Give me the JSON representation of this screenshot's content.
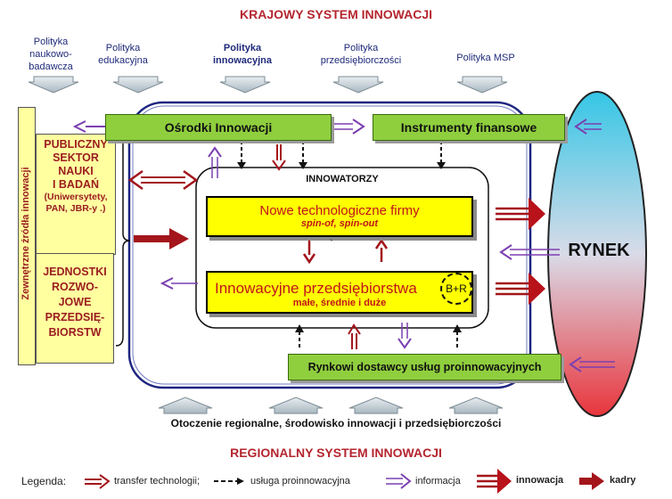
{
  "title_top": "KRAJOWY SYSTEM INNOWACJI",
  "title_bottom": "REGIONALNY SYSTEM INNOWACJI",
  "policies": [
    {
      "line1": "Polityka",
      "line2": "naukowo-",
      "line3": "badawcza"
    },
    {
      "line1": "Polityka",
      "line2": "edukacyjna",
      "line3": ""
    },
    {
      "line1": "Polityka",
      "line2": "innowacyjna",
      "line3": ""
    },
    {
      "line1": "Polityka",
      "line2": "przedsiębiorczości",
      "line3": ""
    },
    {
      "line1": "Polityka MSP",
      "line2": "",
      "line3": ""
    }
  ],
  "external_sources": "Zewnętrzne źródła innowacji",
  "public_sector": {
    "line1": "PUBLICZNY",
    "line2": "SEKTOR",
    "line3": "NAUKI",
    "line4": "I BADAŃ",
    "line5": "(Uniwersytety,",
    "line6": "PAN, JBR-y .)"
  },
  "rd_units": {
    "line1": "JEDNOSTKI",
    "line2": "ROZWO-",
    "line3": "JOWE",
    "line4": "PRZEDSIĘ-",
    "line5": "BIORSTW"
  },
  "innovation_centers": "Ośrodki Innowacji",
  "financial_instruments": "Instrumenty finansowe",
  "innovators": "INNOWATORZY",
  "new_tech_firms": {
    "title": "Nowe technologiczne firmy",
    "subtitle": "spin-of, spin-out"
  },
  "stray_mark": "`",
  "innovative_enterprises": {
    "title": "Innowacyjne przedsiębiorstwa",
    "subtitle": "małe, średnie i duże",
    "badge": "B+R"
  },
  "market": "RYNEK",
  "market_suppliers": "Rynkowi dostawcy usług proinnowacyjnych",
  "environment": "Otoczenie regionalne, środowisko innowacji i przedsiębiorczości",
  "legend": {
    "label": "Legenda:",
    "technology_transfer": "transfer technologii;",
    "proinnovation_service": "usługa proinnowacyjna",
    "information": "informacja",
    "innovation": "innowacja",
    "personnel": "kadry"
  },
  "colors": {
    "title_red": "#b5262f",
    "policy_blue": "#1f2a7a",
    "green_box": "#8fcf3e",
    "yellow_box": "#ffff00",
    "light_yellow": "#ffffa0",
    "transfer_red": "#a3151b",
    "info_purple": "#7b3fb0",
    "frame_navy": "#1d2580"
  }
}
